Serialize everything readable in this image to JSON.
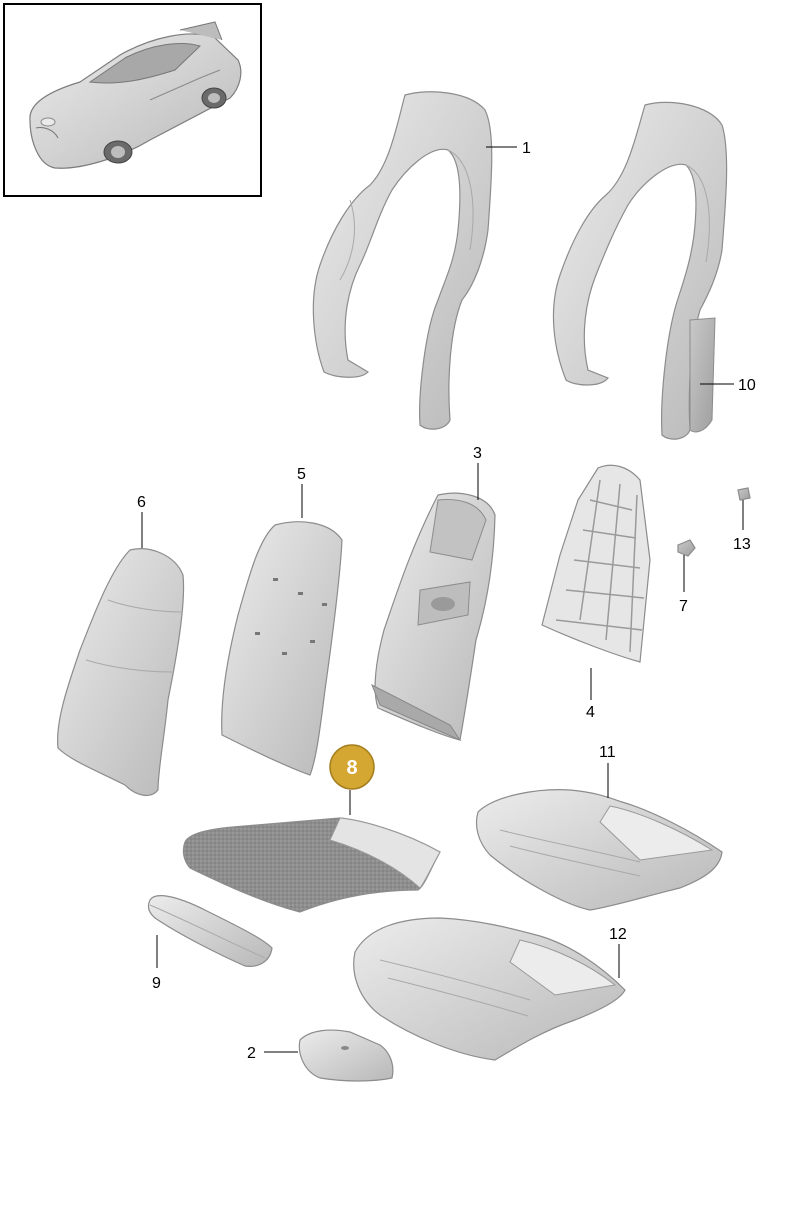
{
  "diagram": {
    "thumbnail_icon": "car-icon",
    "highlighted_part": "8",
    "colors": {
      "highlight_badge": "#d4a632",
      "highlight_badge_border": "#a57f1e",
      "part_fill": "#d3d3d3",
      "part_stroke": "#8c8c8c"
    },
    "callouts": [
      {
        "id": "1",
        "label": "1"
      },
      {
        "id": "2",
        "label": "2"
      },
      {
        "id": "3",
        "label": "3"
      },
      {
        "id": "4",
        "label": "4"
      },
      {
        "id": "5",
        "label": "5"
      },
      {
        "id": "6",
        "label": "6"
      },
      {
        "id": "7",
        "label": "7"
      },
      {
        "id": "8",
        "label": "8"
      },
      {
        "id": "9",
        "label": "9"
      },
      {
        "id": "10",
        "label": "10"
      },
      {
        "id": "11",
        "label": "11"
      },
      {
        "id": "12",
        "label": "12"
      },
      {
        "id": "13",
        "label": "13"
      }
    ]
  }
}
